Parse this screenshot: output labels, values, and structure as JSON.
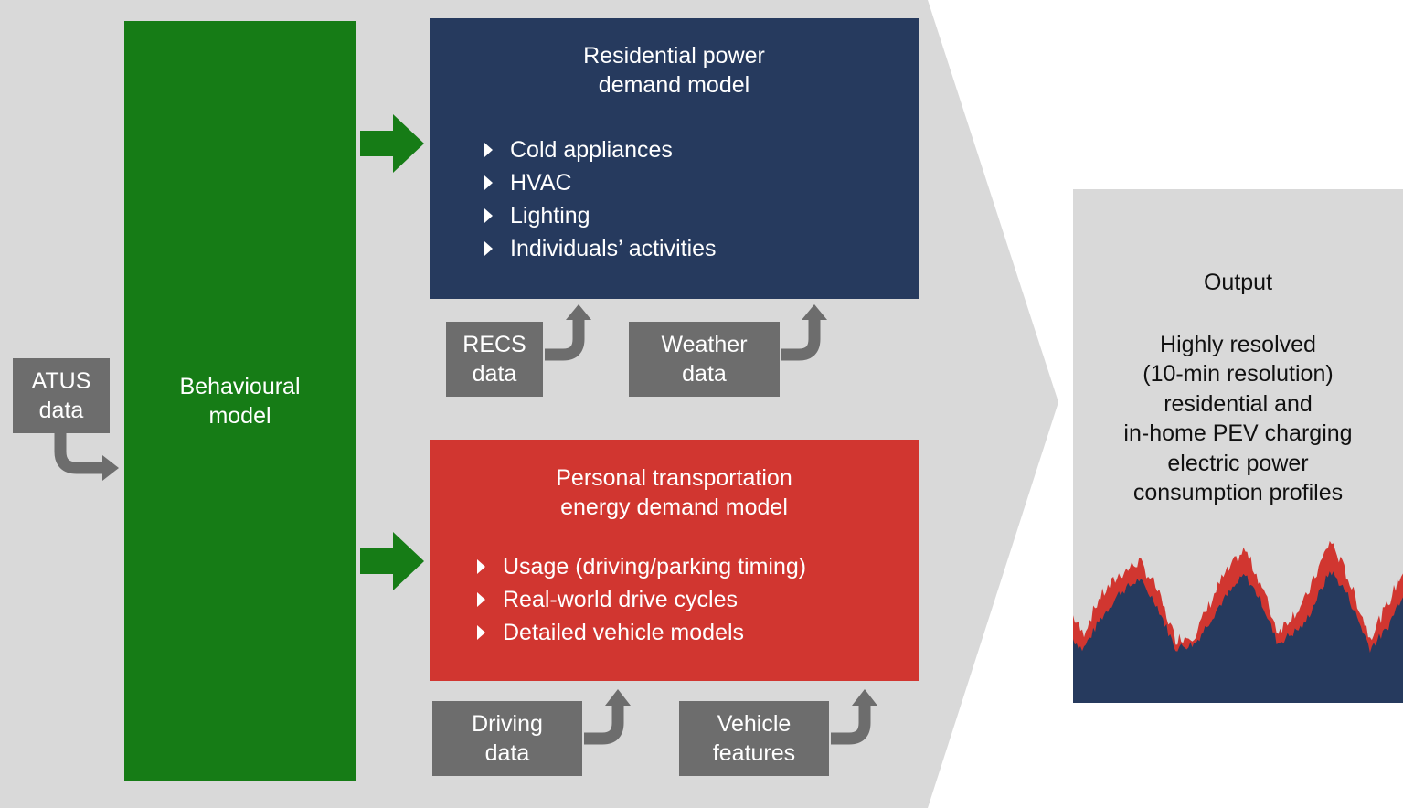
{
  "inputs": {
    "atus": [
      "ATUS",
      "data"
    ],
    "recs": [
      "RECS",
      "data"
    ],
    "weather": [
      "Weather",
      "data"
    ],
    "driving": [
      "Driving",
      "data"
    ],
    "vehicle": [
      "Vehicle",
      "features"
    ]
  },
  "behavioural_model": {
    "lines": [
      "Behavioural",
      "model"
    ]
  },
  "residential_model": {
    "title": [
      "Residential power",
      "demand model"
    ],
    "bullets": [
      "Cold appliances",
      "HVAC",
      "Lighting",
      "Individuals’ activities"
    ]
  },
  "transportation_model": {
    "title": [
      "Personal transportation",
      "energy demand model"
    ],
    "bullets": [
      "Usage (driving/parking timing)",
      "Real-world drive cycles",
      "Detailed vehicle models"
    ]
  },
  "output": {
    "heading": "Output",
    "lines": [
      "Highly resolved",
      "(10-min resolution)",
      "residential and",
      "in-home PEV charging",
      "electric power",
      "consumption profiles"
    ]
  },
  "colors": {
    "background_panel": "#d9d9d9",
    "behavioural_green": "#167c16",
    "residential_navy": "#263a5e",
    "transportation_red": "#d13630",
    "input_gray": "#6d6d6d",
    "profile_residential": "#263a5e",
    "profile_pev": "#d13630"
  }
}
